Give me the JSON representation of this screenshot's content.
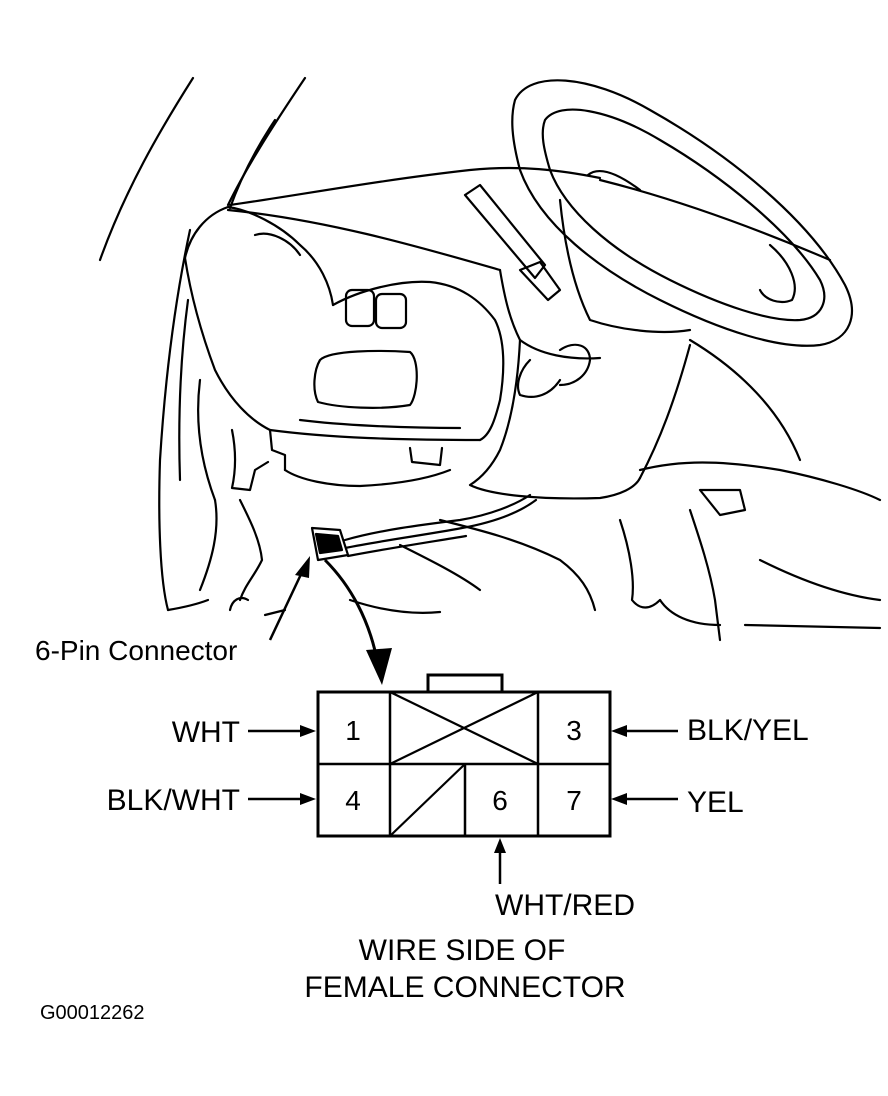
{
  "callout_label": "6-Pin Connector",
  "connector": {
    "pins": [
      {
        "number": "1",
        "wire": "WHT"
      },
      {
        "number": "3",
        "wire": "BLK/YEL"
      },
      {
        "number": "4",
        "wire": "BLK/WHT"
      },
      {
        "number": "6",
        "wire": "WHT/RED"
      },
      {
        "number": "7",
        "wire": "YEL"
      }
    ]
  },
  "caption": {
    "line1": "WIRE SIDE OF",
    "line2": "FEMALE CONNECTOR"
  },
  "figure_id": "G00012262"
}
